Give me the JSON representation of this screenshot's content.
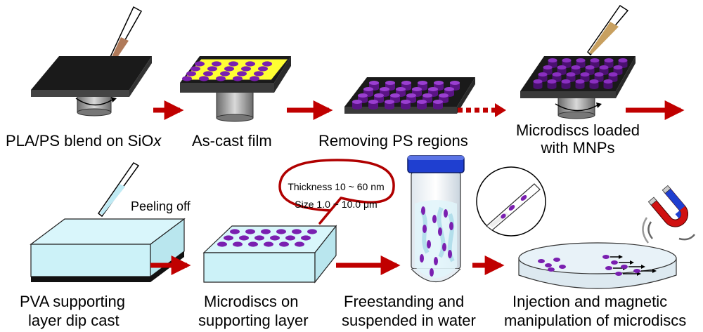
{
  "colors": {
    "arrow": "#c00000",
    "substrate_dark": "#1a1a1a",
    "film_yellow": "#ffff33",
    "disc_purple": "#7a1fb0",
    "pva_cyan": "#ccf2f8",
    "bubble_red": "#b00000",
    "cap_blue": "#1f3fd0",
    "pipette_brown": "#b07a5a",
    "pipette_mnp": "#c8a060"
  },
  "steps": {
    "s1": {
      "label": "PLA/PS blend on SiO",
      "label_italic": "x"
    },
    "s2": {
      "label": "As-cast film"
    },
    "s3": {
      "label": "Removing PS regions"
    },
    "s4": {
      "line1": "Microdiscs loaded",
      "line2": "with MNPs"
    },
    "s5": {
      "line1": "PVA supporting",
      "line2": "layer dip cast"
    },
    "s6": {
      "line1": "Microdiscs on",
      "line2": "supporting layer"
    },
    "s7": {
      "line1": "Freestanding and",
      "line2": "suspended in water"
    },
    "s8": {
      "line1": "Injection and magnetic",
      "line2": "manipulation of microdiscs"
    }
  },
  "annotations": {
    "peeling": "Peeling off",
    "bubble_line1": "Thickness 10 ~ 60 nm",
    "bubble_line2": "Size 1.0 ~ 10.0 μm"
  }
}
